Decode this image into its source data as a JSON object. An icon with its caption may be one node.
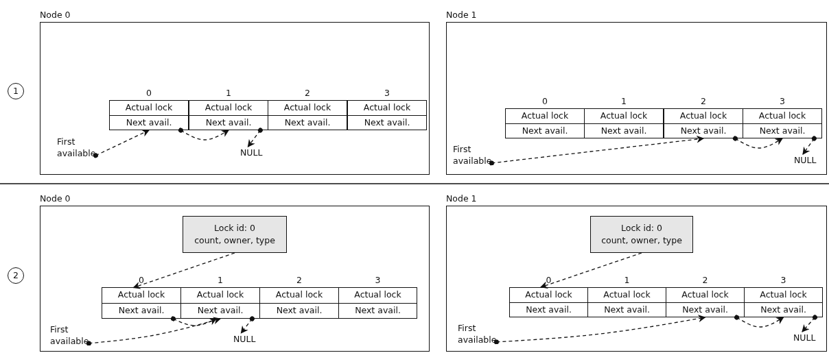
{
  "diagram": {
    "nodes": [
      {
        "text": [
          "1"
        ]
      },
      {
        "text": [
          "Node 0"
        ]
      },
      {
        "text": [
          "0",
          "Actual lock",
          "Next avail."
        ],
        "in": 1
      },
      {
        "text": [
          "1",
          "Actual lock",
          "Next avail."
        ],
        "in": 1
      },
      {
        "text": [
          "2",
          "Actual lock",
          "Next avail."
        ],
        "in": 1
      },
      {
        "text": [
          "3",
          "Actual lock",
          "Next avail."
        ],
        "in": 1
      },
      {
        "text": [
          "First available"
        ],
        "in": 1
      },
      {
        "text": [
          "NULL"
        ],
        "in": 1
      },
      {
        "text": [
          "Node 1"
        ]
      },
      {
        "text": [
          "0",
          "Actual lock",
          "Next avail."
        ],
        "in": 8
      },
      {
        "text": [
          "1",
          "Actual lock",
          "Next avail."
        ],
        "in": 8
      },
      {
        "text": [
          "2",
          "Actual lock",
          "Next avail."
        ],
        "in": 8
      },
      {
        "text": [
          "3",
          "Actual lock",
          "Next avail."
        ],
        "in": 8
      },
      {
        "text": [
          "First available"
        ],
        "in": 8
      },
      {
        "text": [
          "NULL"
        ],
        "in": 8
      },
      {
        "text": [
          "2"
        ]
      },
      {
        "text": [
          "Node 0"
        ]
      },
      {
        "text": [
          "Lock id: 0",
          "count, owner, type"
        ],
        "in": 16
      },
      {
        "text": [
          "0",
          "Actual lock",
          "Next avail."
        ],
        "in": 16
      },
      {
        "text": [
          "1",
          "Actual lock",
          "Next avail."
        ],
        "in": 16
      },
      {
        "text": [
          "2",
          "Actual lock",
          "Next avail."
        ],
        "in": 16
      },
      {
        "text": [
          "3",
          "Actual lock",
          "Next avail."
        ],
        "in": 16
      },
      {
        "text": [
          "First available"
        ],
        "in": 16
      },
      {
        "text": [
          "NULL"
        ],
        "in": 16
      },
      {
        "text": [
          "Node 1"
        ]
      },
      {
        "text": [
          "Lock id: 0",
          "count, owner, type"
        ],
        "in": 24
      },
      {
        "text": [
          "0",
          "Actual lock",
          "Next avail."
        ],
        "in": 24
      },
      {
        "text": [
          "1",
          "Actual lock",
          "Next avail."
        ],
        "in": 24
      },
      {
        "text": [
          "2",
          "Actual lock",
          "Next avail."
        ],
        "in": 24
      },
      {
        "text": [
          "3",
          "Actual lock",
          "Next avail."
        ],
        "in": 24
      },
      {
        "text": [
          "First available"
        ],
        "in": 24
      },
      {
        "text": [
          "NULL"
        ],
        "in": 24
      }
    ],
    "edges": [
      {
        "from": 6,
        "to": 2,
        "arrow": "to",
        "style": "dashed"
      },
      {
        "from": 2,
        "to": 3,
        "arrow": "to",
        "style": "dashed"
      },
      {
        "from": 3,
        "to": 7,
        "arrow": "to",
        "style": "dashed"
      },
      {
        "from": 13,
        "to": 11,
        "arrow": "to",
        "style": "dashed"
      },
      {
        "from": 11,
        "to": 12,
        "arrow": "to",
        "style": "dashed"
      },
      {
        "from": 12,
        "to": 14,
        "arrow": "to",
        "style": "dashed"
      },
      {
        "from": 17,
        "to": 18,
        "arrow": "to",
        "style": "dashed"
      },
      {
        "from": 22,
        "to": 19,
        "arrow": "to",
        "style": "dashed"
      },
      {
        "from": 18,
        "to": 19,
        "arrow": "to",
        "style": "dashed"
      },
      {
        "from": 19,
        "to": 23,
        "arrow": "to",
        "style": "dashed"
      },
      {
        "from": 25,
        "to": 26,
        "arrow": "to",
        "style": "dashed"
      },
      {
        "from": 30,
        "to": 28,
        "arrow": "to",
        "style": "dashed"
      },
      {
        "from": 28,
        "to": 29,
        "arrow": "to",
        "style": "dashed"
      },
      {
        "from": 29,
        "to": 31,
        "arrow": "to",
        "style": "dashed"
      }
    ]
  }
}
